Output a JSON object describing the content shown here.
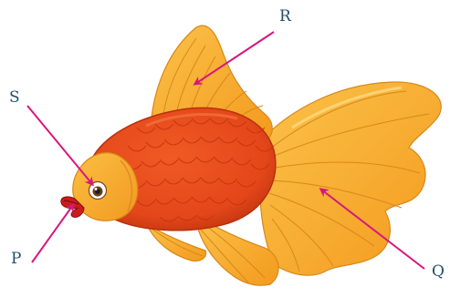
{
  "labels": {
    "p": "P",
    "q": "Q",
    "r": "R",
    "s": "S"
  },
  "colors": {
    "pointer": "#d8177e",
    "label_text": "#1f4f6a",
    "body_red": "#e4471a",
    "body_dark": "#c9350f",
    "fin_orange": "#f6a623",
    "fin_light": "#fbc24a",
    "fin_line": "#d8871a"
  }
}
